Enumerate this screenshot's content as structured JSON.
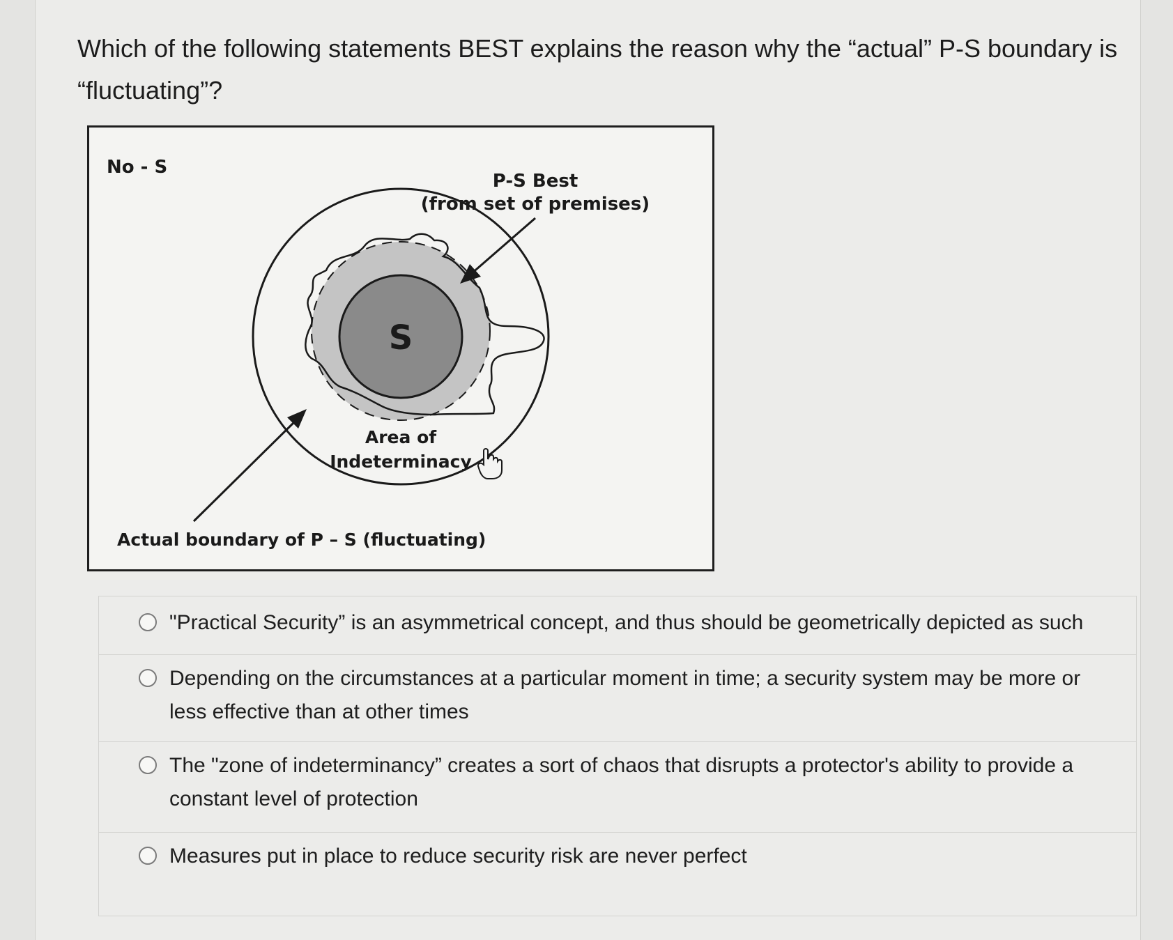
{
  "question": {
    "text": "Which of the following statements BEST explains the reason why the “actual” P-S boundary is “fluctuating”?"
  },
  "figure": {
    "label_no_s": "No - S",
    "label_ps_best": "P-S Best",
    "label_premises": "(from set of premises)",
    "label_s": "S",
    "label_area_of": "Area of",
    "label_indeterminacy": "Indeterminacy",
    "label_actual_boundary": "Actual boundary of P – S (fluctuating)",
    "colors": {
      "s_fill": "#8a8a8a",
      "indeterminacy_fill": "#c4c4c4",
      "line": "#1a1a1a"
    }
  },
  "options": [
    {
      "label": "\"Practical Security” is an asymmetrical concept, and thus should be geometrically depicted as such"
    },
    {
      "label": "Depending on the circumstances at a particular moment in time; a security system may be more or less effective than at other times"
    },
    {
      "label": "The \"zone of indeterminancy” creates a sort of chaos that disrupts a protector's ability to provide a constant level of protection"
    },
    {
      "label": "Measures put in place to reduce security risk are never perfect"
    }
  ]
}
